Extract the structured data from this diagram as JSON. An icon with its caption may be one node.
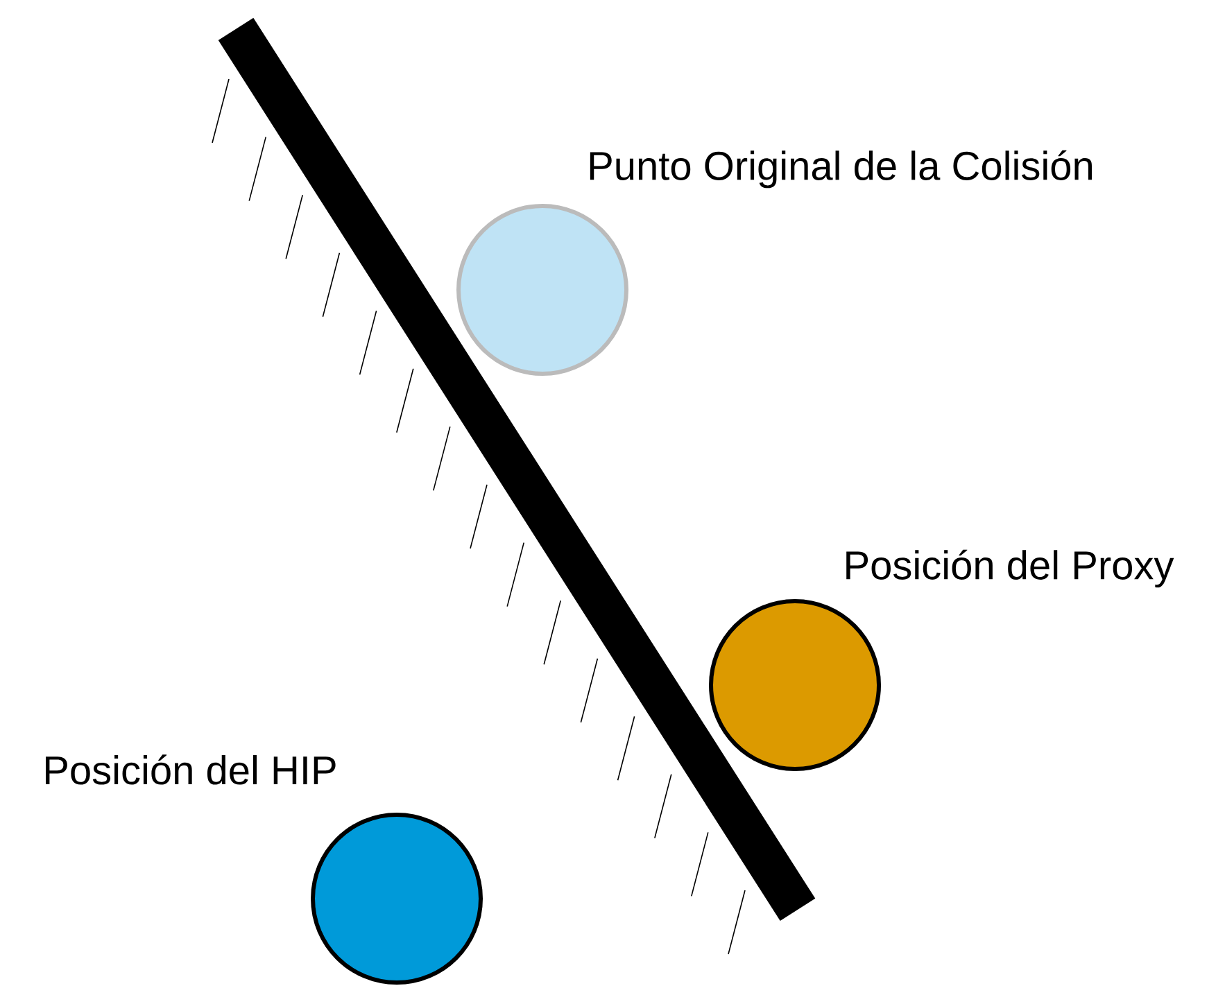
{
  "diagram": {
    "nodes": [
      {
        "text": [
          "Punto Original de la Colisión"
        ]
      },
      {
        "text": [
          "Posición del Proxy"
        ]
      },
      {
        "text": [
          "Posición del HIP"
        ]
      }
    ]
  }
}
